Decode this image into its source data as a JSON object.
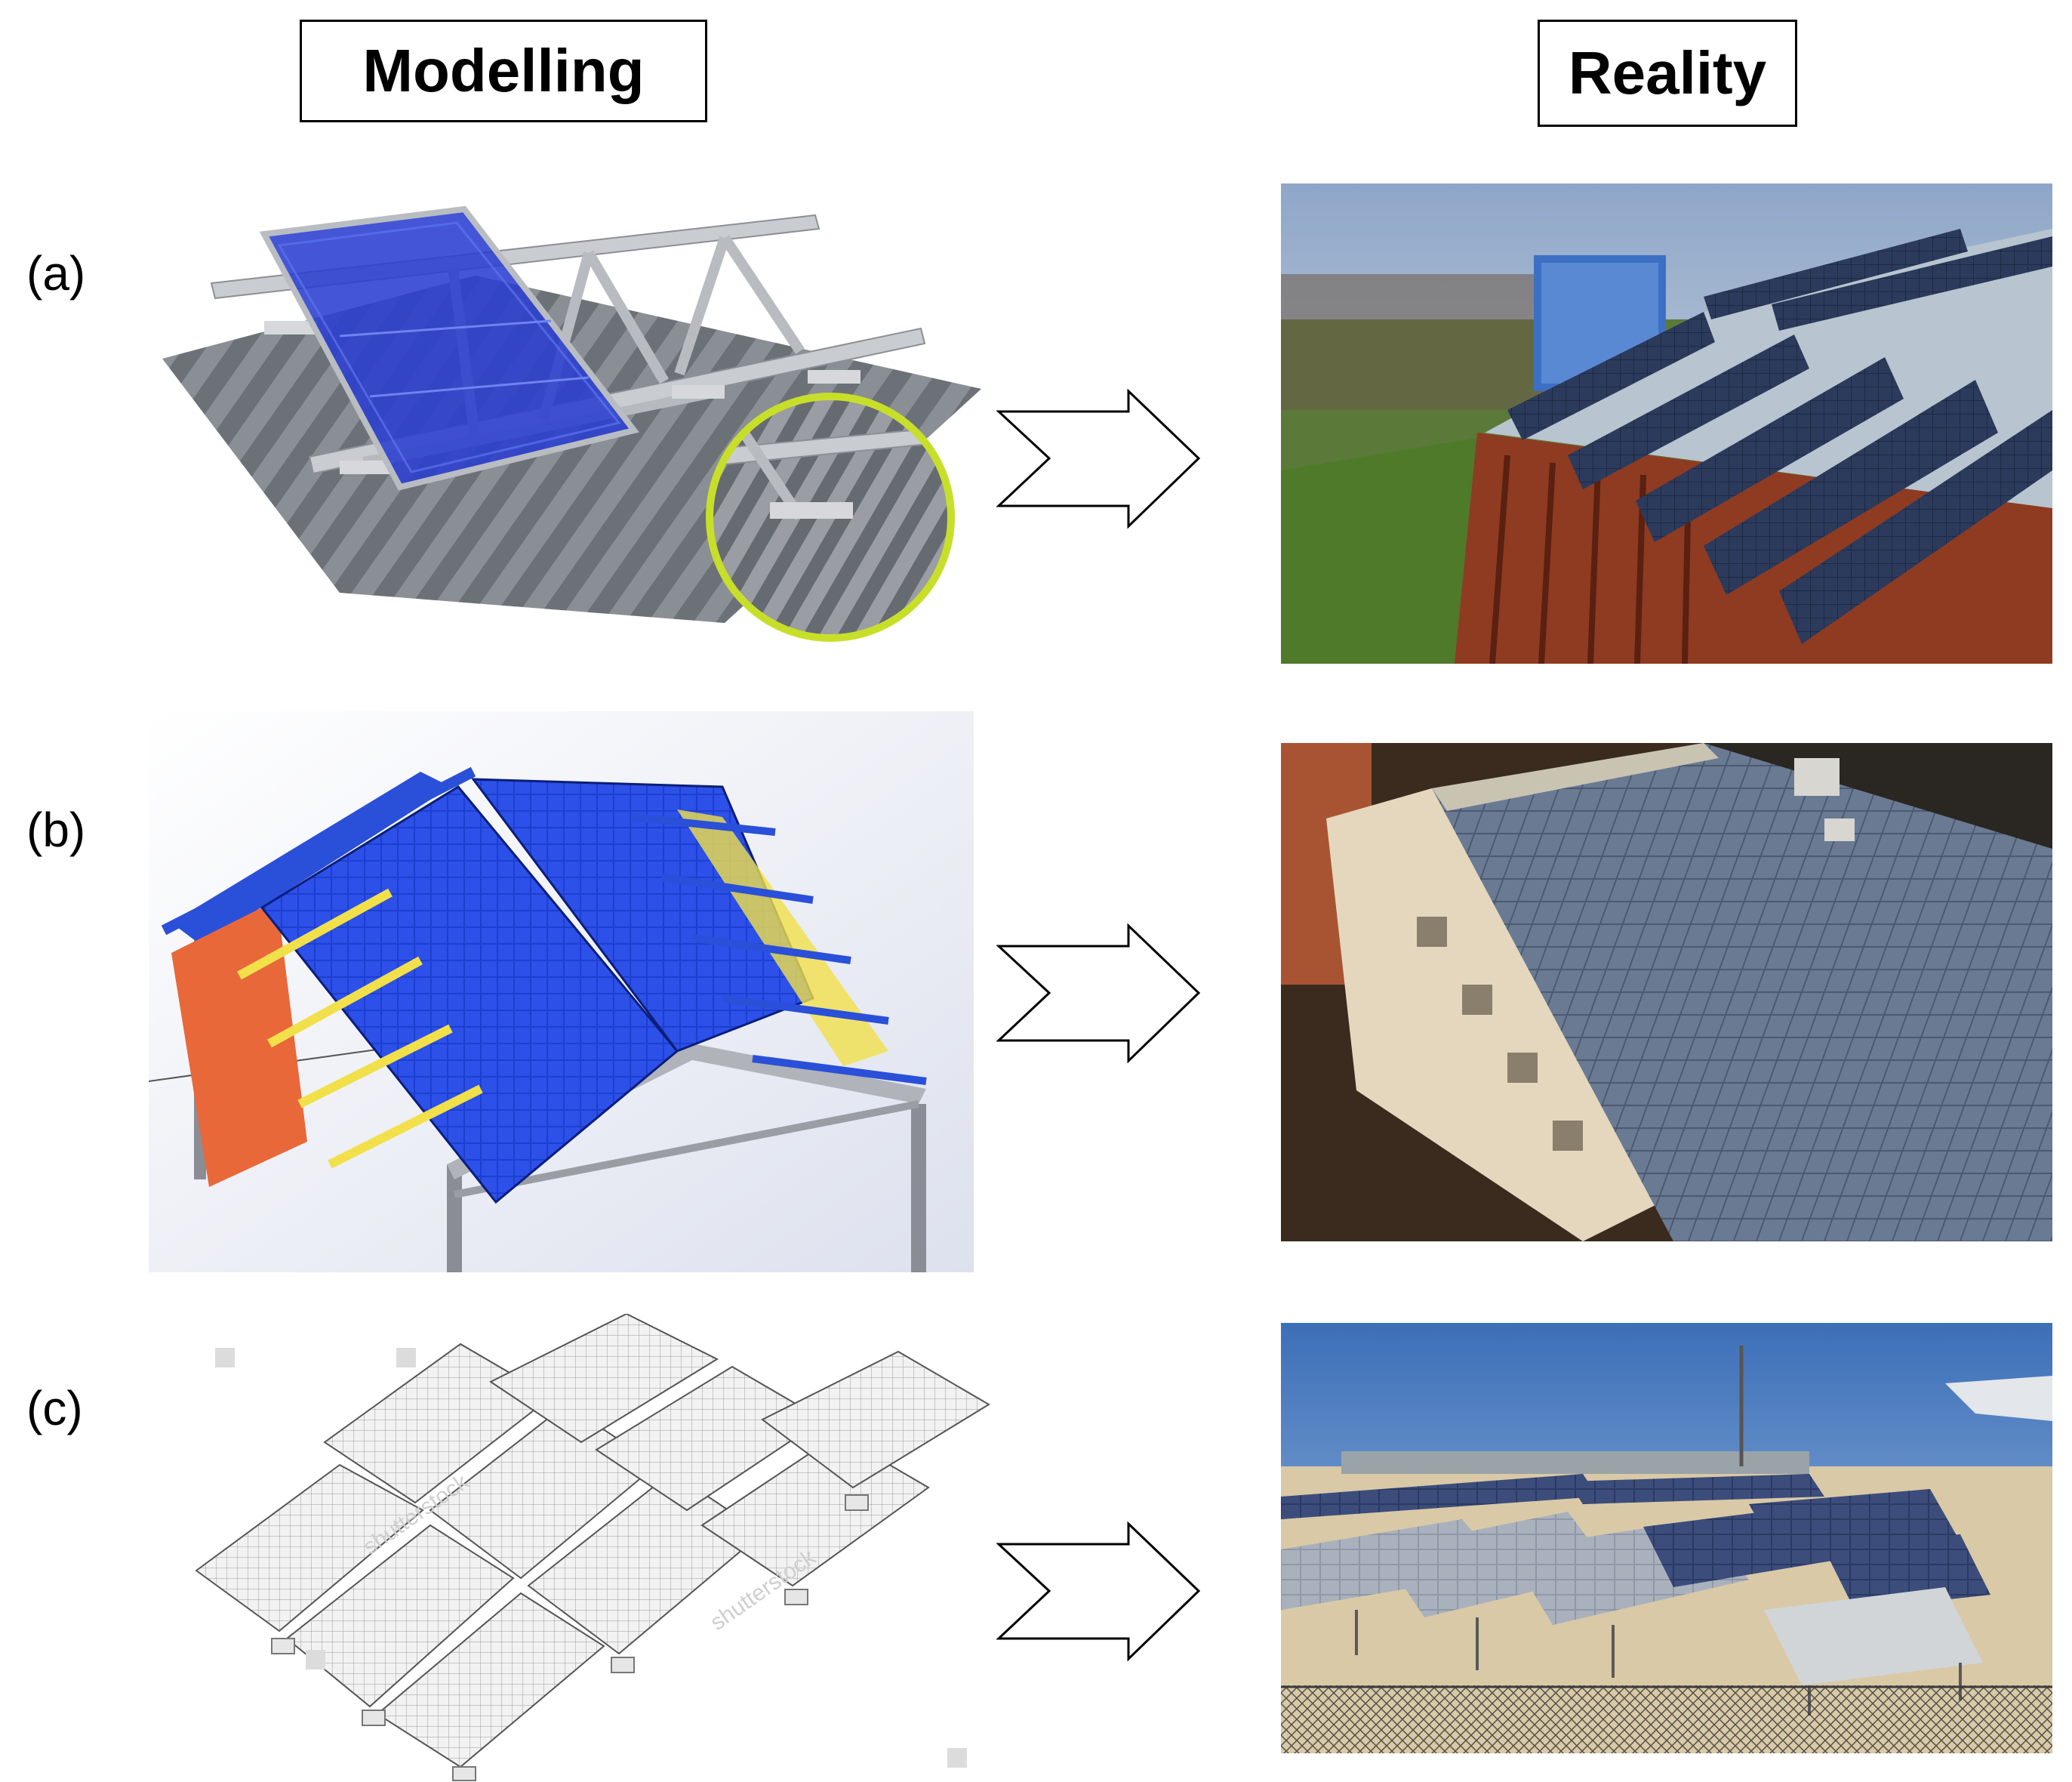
{
  "headers": {
    "left": "Modelling",
    "right": "Reality"
  },
  "rows": [
    {
      "label": "(a)",
      "model_icon": "tilted-panel-on-corrugated-roof",
      "photo_icon": "rooftop-tilted-solar-array-photo"
    },
    {
      "label": "(b)",
      "model_icon": "gable-roof-solar-frame-model",
      "photo_icon": "building-roof-integrated-solar-photo"
    },
    {
      "label": "(c)",
      "model_icon": "ground-mounted-solar-array-wireframe",
      "photo_icon": "ground-mounted-solar-field-photo"
    }
  ],
  "watermark": "shutterstock",
  "colors": {
    "panel_blue": "#2a3fcf",
    "highlight_ring": "#c8df2a",
    "frame_orange": "#e8683a",
    "frame_yellow": "#f1e04a"
  }
}
